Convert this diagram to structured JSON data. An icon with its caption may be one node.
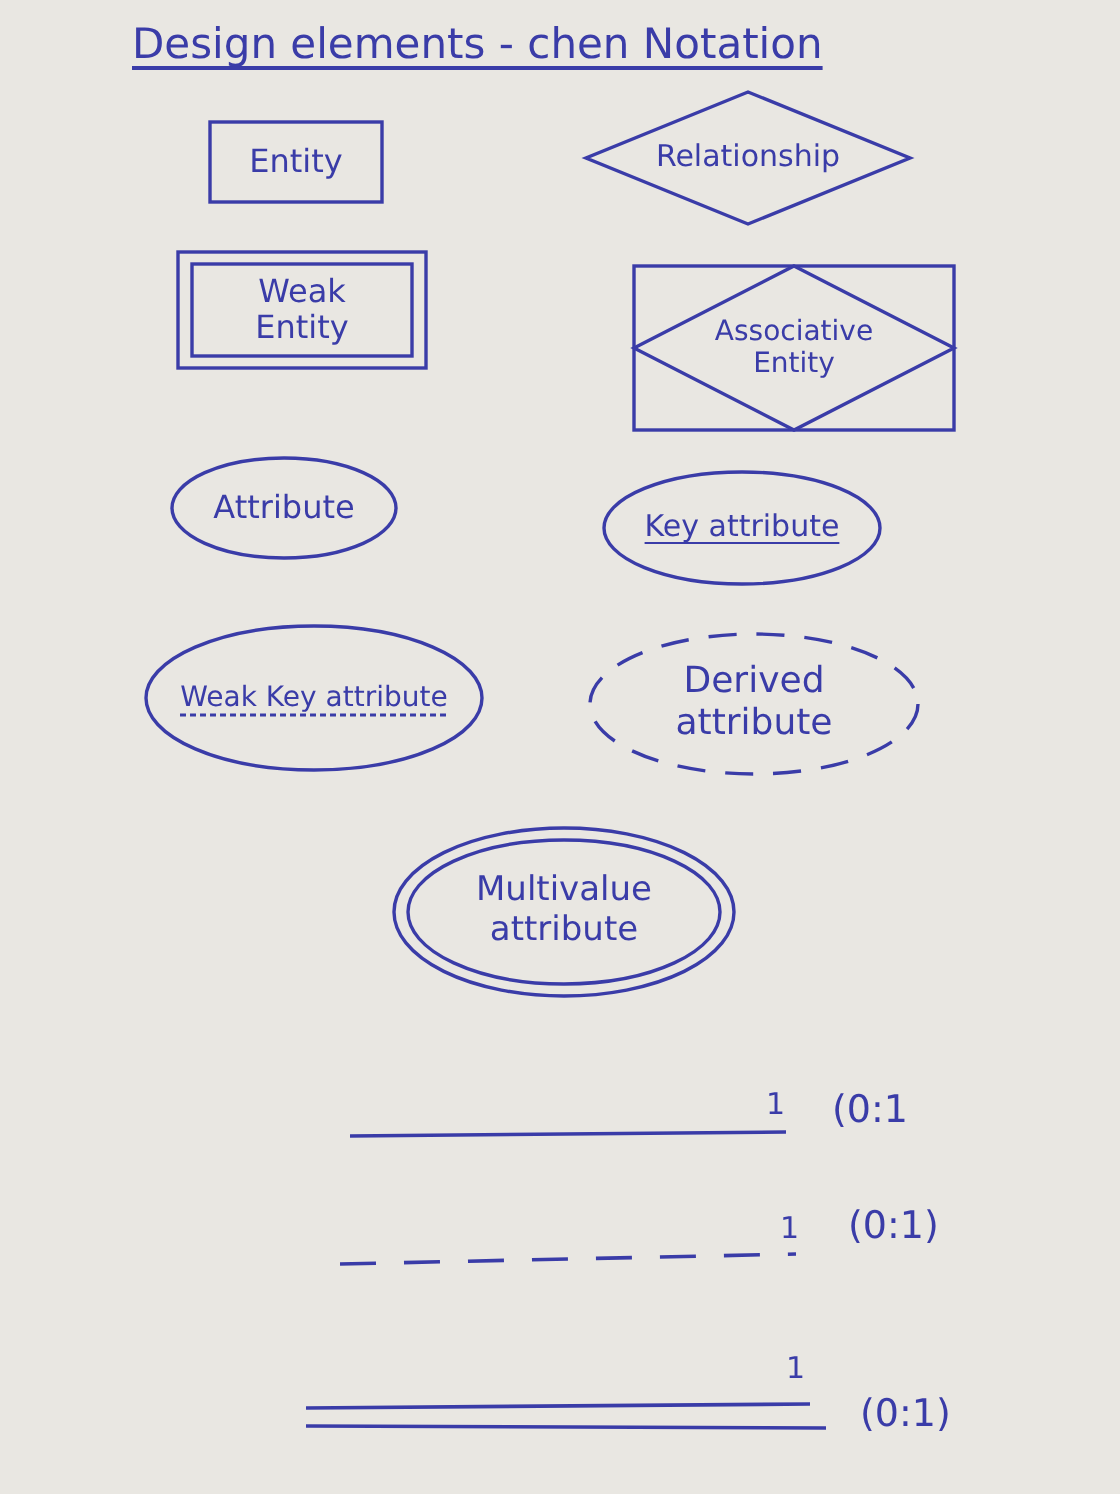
{
  "diagram": {
    "title": "Design elements - chen Notation",
    "nodes": [
      {
        "text": [
          "Entity"
        ]
      },
      {
        "text": [
          "Relationship"
        ]
      },
      {
        "text": [
          "Weak Entity"
        ]
      },
      {
        "text": [
          "Associative Entity"
        ]
      },
      {
        "text": [
          "Attribute"
        ]
      },
      {
        "text": [
          "Key attribute"
        ]
      },
      {
        "text": [
          "Weak Key attribute"
        ]
      },
      {
        "text": [
          "Derived attribute"
        ]
      },
      {
        "text": [
          "Multivalue attribute"
        ]
      }
    ],
    "labels": [
      "1",
      "(0:1",
      "1",
      "(0:1)",
      "1",
      "(0:1)"
    ]
  }
}
